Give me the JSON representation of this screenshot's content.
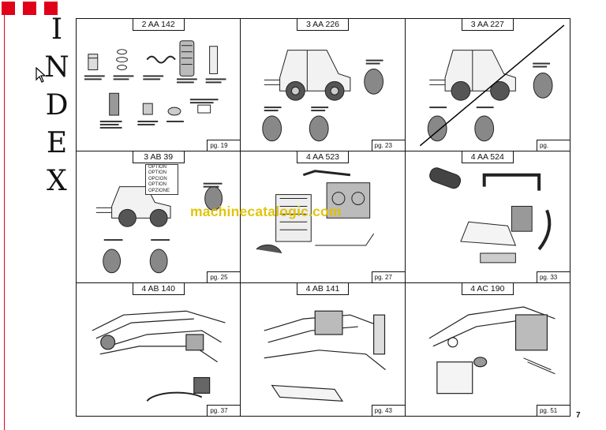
{
  "header": {
    "title_letters": [
      "I",
      "N",
      "D",
      "E",
      "X"
    ],
    "brand_color": "#e0001a"
  },
  "cells": [
    {
      "code": "2 AA 142",
      "page": "pg. 19",
      "illustration": "filters"
    },
    {
      "code": "3 AA 226",
      "page": "pg. 23",
      "illustration": "vehicle-tyres"
    },
    {
      "code": "3 AA 227",
      "page": "pg.",
      "illustration": "vehicle-tyres-crossed"
    },
    {
      "code": "3 AB 39",
      "page": "pg. 25",
      "illustration": "vehicle-tyres-options"
    },
    {
      "code": "4 AA 523",
      "page": "pg. 27",
      "illustration": "engine-assembly"
    },
    {
      "code": "4 AA 524",
      "page": "pg. 33",
      "illustration": "air-intake-exhaust"
    },
    {
      "code": "4 AB 140",
      "page": "pg. 37",
      "illustration": "hydraulic-lines"
    },
    {
      "code": "4 AB 141",
      "page": "pg. 43",
      "illustration": "hydraulic-lines"
    },
    {
      "code": "4 AC 190",
      "page": "pg. 51",
      "illustration": "hydraulic-lines-tank"
    }
  ],
  "option_labels": [
    "OPTION",
    "OPTION",
    "OPCION",
    "OPTION",
    "OPZIONE"
  ],
  "watermark": "machinecatalogic.com",
  "watermark_color": "#e0c100",
  "page_number": "7"
}
